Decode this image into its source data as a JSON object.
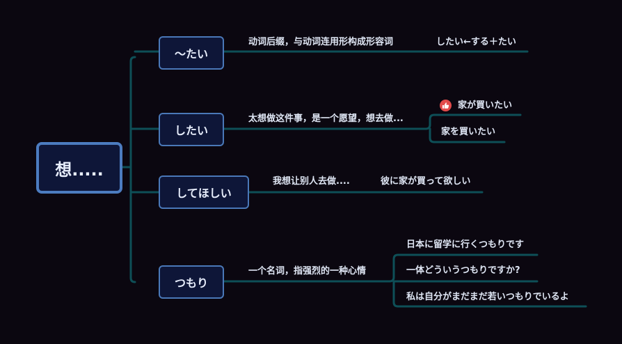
{
  "colors": {
    "connector": "#0e4f57",
    "node_fill": "#0e1638",
    "node_border": "#4a78b8",
    "background": "#0b0710"
  },
  "root": {
    "label": "想....."
  },
  "branches": [
    {
      "label": "〜たい",
      "description": "动词后缀，与动词连用形构成形容词",
      "examples": [
        "したい←する＋たい"
      ]
    },
    {
      "label": "したい",
      "description": "太想做这件事，是一个愿望，想去做...",
      "examples": [
        "家が買いたい",
        "家を買いたい"
      ],
      "example_marker_icon": "thumbs-up-icon"
    },
    {
      "label": "してほしい",
      "description": "我想让别人去做....",
      "examples": [
        "彼に家が買って欲しい"
      ]
    },
    {
      "label": "つもり",
      "description": "一个名词，指强烈的一种心情",
      "examples": [
        "日本に留学に行くつもりです",
        "一体どういうつもりですか?",
        "私は自分がまだまだ若いつもりでいるよ"
      ]
    }
  ]
}
